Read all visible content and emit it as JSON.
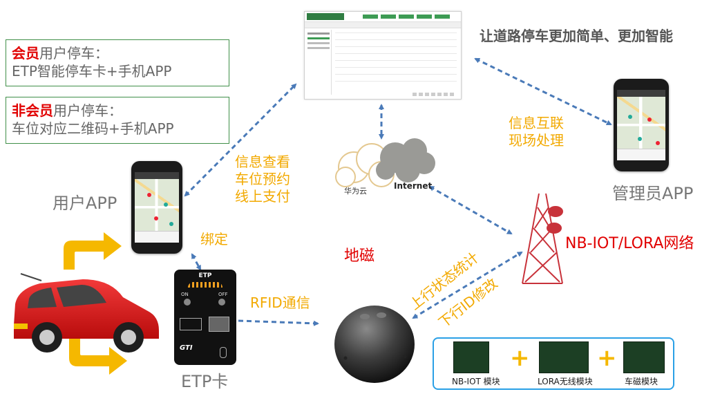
{
  "slogan": "让道路停车更加简单、更加智能",
  "member_box": {
    "highlight": "会员",
    "rest": "用户停车：",
    "detail": "ETP智能停车卡+手机APP"
  },
  "nonmember_box": {
    "highlight": "非会员",
    "rest": "用户停车：",
    "detail": "车位对应二维码+手机APP"
  },
  "labels": {
    "user_app": "用户APP",
    "admin_app": "管理员APP",
    "etp_card": "ETP卡",
    "geomag": "地磁",
    "network": "NB-IOT/LORA网络",
    "cloud_name": "华为云",
    "internet": "Internet",
    "bind": "绑定",
    "rfid": "RFID通信",
    "info_lines": [
      "信息查看",
      "车位预约",
      "线上支付"
    ],
    "admin_lines": [
      "信息互联",
      "现场处理"
    ],
    "uplink": "上行状态统计",
    "downlink": "下行ID修改"
  },
  "card": {
    "brand": "ETP",
    "on": "ON",
    "off": "OFF",
    "logo": "GTI"
  },
  "modules": [
    "NB-IOT 模块",
    "LORA无线模块",
    "车磁模块"
  ],
  "colors": {
    "accent_red": "#e10000",
    "label_yellow": "#f2a900",
    "arrow_blue": "#4a7ab8",
    "box_green": "#3f8f48",
    "module_border": "#2aa0e6"
  }
}
